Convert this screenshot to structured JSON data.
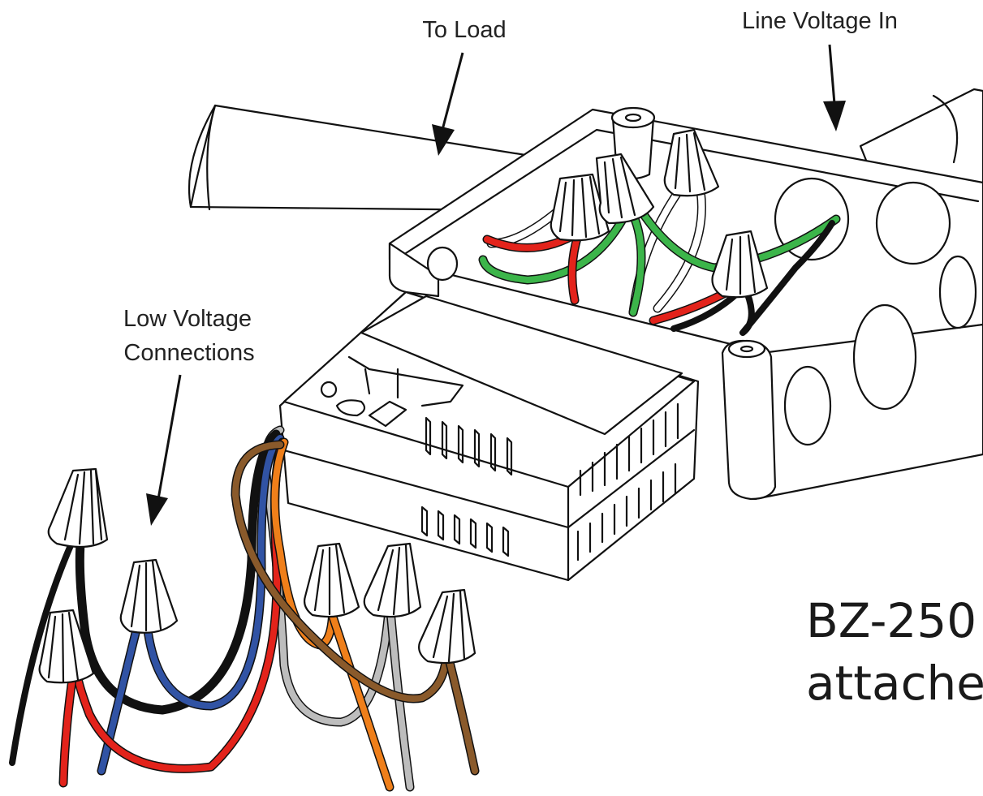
{
  "labels": {
    "to_load": "To Load",
    "line_voltage_in": "Line Voltage In",
    "low_voltage_line1": "Low Voltage",
    "low_voltage_line2": "Connections",
    "model_line1": "BZ-250",
    "model_line2": "attachec"
  },
  "wire_colors": {
    "black": "#111111",
    "red": "#e3231b",
    "green": "#3cb54a",
    "white": "#ffffff",
    "blue": "#3153a4",
    "gray": "#bdbdbd",
    "orange": "#ef7f1a",
    "brown": "#8a5a2b"
  }
}
